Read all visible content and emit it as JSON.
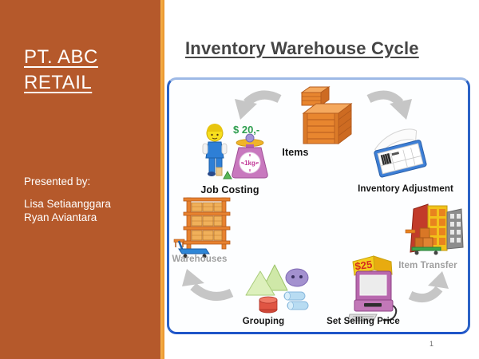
{
  "sidebar": {
    "title_lines": [
      "PT. ABC",
      "RETAIL"
    ],
    "presented_by_label": "Presented by:",
    "presenters": [
      "Lisa Setiaanggara",
      "Ryan Aviantara"
    ]
  },
  "main": {
    "title": "Inventory Warehouse Cycle",
    "page_number": "1"
  },
  "diagram": {
    "type": "cycle",
    "nodes": [
      {
        "id": "items",
        "label": "Items"
      },
      {
        "id": "job-costing",
        "label": "Job Costing",
        "annotation": "$ 20,-",
        "scale_text": "-1kg-"
      },
      {
        "id": "inventory-adjustment",
        "label": "Inventory Adjustment"
      },
      {
        "id": "item-transfer",
        "label": "Item Transfer"
      },
      {
        "id": "set-selling-price",
        "label": "Set Selling Price",
        "annotation": "$25"
      },
      {
        "id": "grouping",
        "label": "Grouping"
      },
      {
        "id": "warehouses",
        "label": "Warehouses"
      }
    ]
  },
  "colors": {
    "sidebar-orange": "#b5592b",
    "accent-gold": "#ee9f35",
    "title-gray": "#454545",
    "box-blue": "#2a62c6",
    "arrow-gray": "#c6c6c6",
    "label-dark": "#151515",
    "label-gray": "#9f9f9f",
    "price-green": "#2e9e4f"
  }
}
